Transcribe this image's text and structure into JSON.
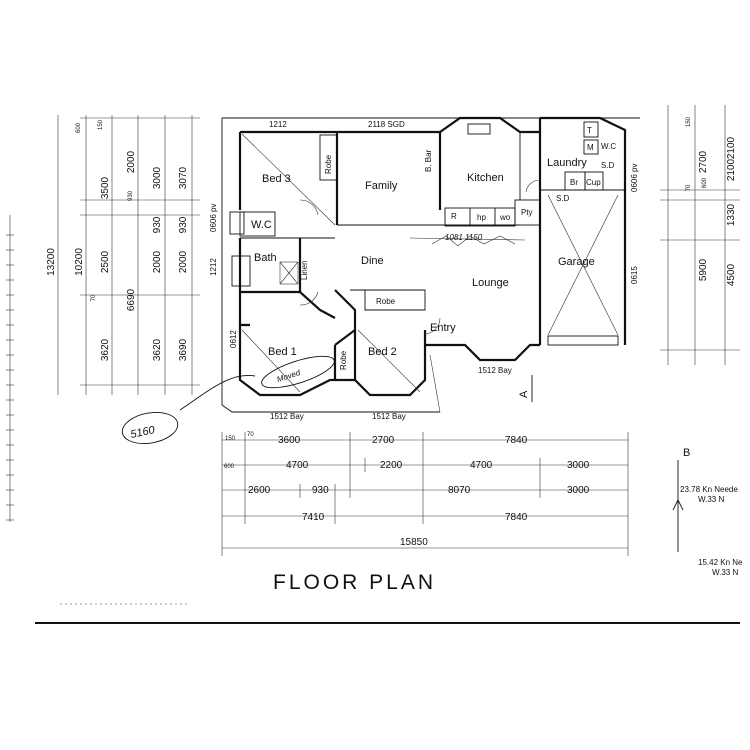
{
  "title": "FLOOR PLAN",
  "rooms": {
    "bed3": "Bed 3",
    "family": "Family",
    "kitchen": "Kitchen",
    "bbar": "B. Bar",
    "laundry": "Laundry",
    "wc_small": "W.C",
    "wc_laundry": "W.C",
    "robe_bed3": "Robe",
    "bath": "Bath",
    "linen": "Linen",
    "dine": "Dine",
    "lounge": "Lounge",
    "garage": "Garage",
    "robe_dine": "Robe",
    "entry": "Entry",
    "bed1": "Bed 1",
    "bed2": "Bed 2",
    "robe_bed": "Robe",
    "pty": "Pty",
    "r": "R",
    "hp": "hp",
    "wo": "wo",
    "t": "T",
    "m": "M",
    "sd1": "S.D",
    "sd2": "S.D",
    "br": "Br",
    "cup": "Cup"
  },
  "plan_labels": {
    "sgd": "2118 SGD",
    "top_1212": "1212",
    "left_1212": "1212",
    "pv_left": "0606 pv",
    "pv_right": "0606 pv",
    "bay_left": "1512 Bay",
    "bay_mid": "1512 Bay",
    "bay_entry": "1512 Bay",
    "w_0612": "0612",
    "w_0615": "0615",
    "arrow_a": "A"
  },
  "left_dims": {
    "overall": "13200",
    "inner": "10200",
    "col1": [
      "3500",
      "930",
      "2500",
      "6690",
      "3620"
    ],
    "col2": [
      "2000",
      "3000",
      "930",
      "2000",
      "3620"
    ],
    "col3": [
      "3070",
      "930",
      "2000",
      "3690"
    ],
    "tick_a": "600",
    "tick_b": "70",
    "tick_c": "150"
  },
  "right_dims": {
    "col1": [
      "2700",
      "600",
      "5900"
    ],
    "col2": [
      "2100",
      "2100",
      "1330",
      "4500"
    ],
    "tick_a": "150",
    "tick_b": "70"
  },
  "bottom_dims": {
    "row1": [
      "3600",
      "2700",
      "7840"
    ],
    "row2": [
      "4700",
      "2200",
      "4700",
      "3000"
    ],
    "row3": [
      "2600",
      "930",
      "8070",
      "3000"
    ],
    "row4": [
      "7410",
      "7840"
    ],
    "overall": "15850",
    "t150": "150",
    "t70": "70",
    "t600": "600"
  },
  "wind": {
    "label": "B",
    "v1": "23.78 Kn Neede",
    "v1b": "W.33 N",
    "v2": "15.42 Kn Ne",
    "v2b": "W.33 N"
  },
  "annotations": {
    "circled": "5160",
    "bed_note": "Moved",
    "kitchen_note": "1081 1150"
  }
}
